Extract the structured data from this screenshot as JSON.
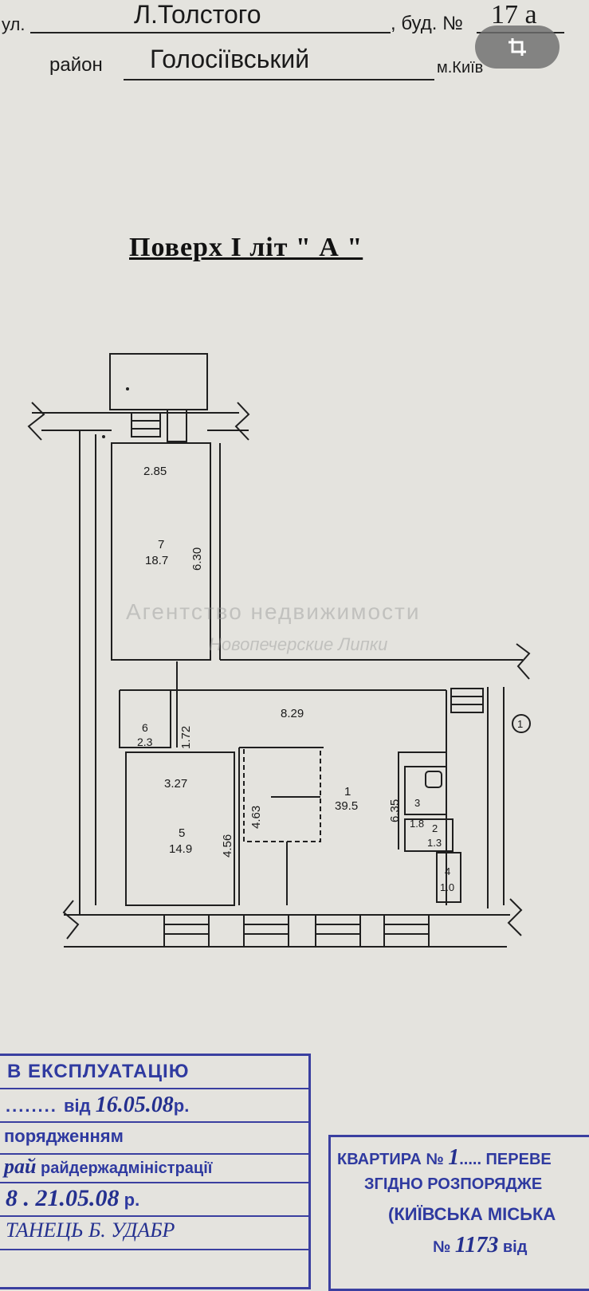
{
  "header": {
    "street_prefix": "ул.",
    "street": "Л.Толстого",
    "building_prefix": ", буд. №",
    "building": "17 а",
    "district_prefix": "район",
    "district": "Голосіївський",
    "city": "м.Київ"
  },
  "title": "Поверх  І  літ \" А \"",
  "rooms": [
    {
      "num": "7",
      "area": "18.7"
    },
    {
      "num": "6",
      "area": "2.3"
    },
    {
      "num": "5",
      "area": "14.9"
    },
    {
      "num": "1",
      "area": "39.5"
    },
    {
      "num": "3",
      "area": "1.8"
    },
    {
      "num": "2",
      "area": "1.3"
    },
    {
      "num": "4",
      "area": "1.0"
    }
  ],
  "dimensions": {
    "d_285": "2.85",
    "d_630": "6.30",
    "d_829": "8.29",
    "d_172": "1.72",
    "d_327": "3.27",
    "d_463": "4.63",
    "d_456": "4.56",
    "d_635": "6.35"
  },
  "entrance_marker": "1",
  "watermark": {
    "line1": "Агентство недвижимости",
    "line2": "Новопечерские Липки"
  },
  "stamp_left": {
    "line1": "В ЕКСПЛУАТАЦІЮ",
    "line2a": "від",
    "line2b": "16.05.08",
    "line2c": "р.",
    "line3": "порядженням",
    "line4a": "рай",
    "line4b": "райдержадміністрації",
    "line5a": "8 . 21.05.08",
    "line5b": "р.",
    "line6": "ТАНЕЦЬ Б. УДАБР"
  },
  "stamp_right": {
    "line1a": "КВАРТИРА №",
    "line1b": "1",
    "line1c": "..... ПЕРЕВЕ",
    "line2": "ЗГІДНО РОЗПОРЯДЖЕ",
    "line3": "(КИЇВСЬКА МІСЬКА",
    "line4a": "№",
    "line4b": "1173",
    "line4c": "від"
  },
  "colors": {
    "paper": "#e4e3de",
    "ink": "#1a1a1a",
    "stamp": "#2f3aa0"
  }
}
